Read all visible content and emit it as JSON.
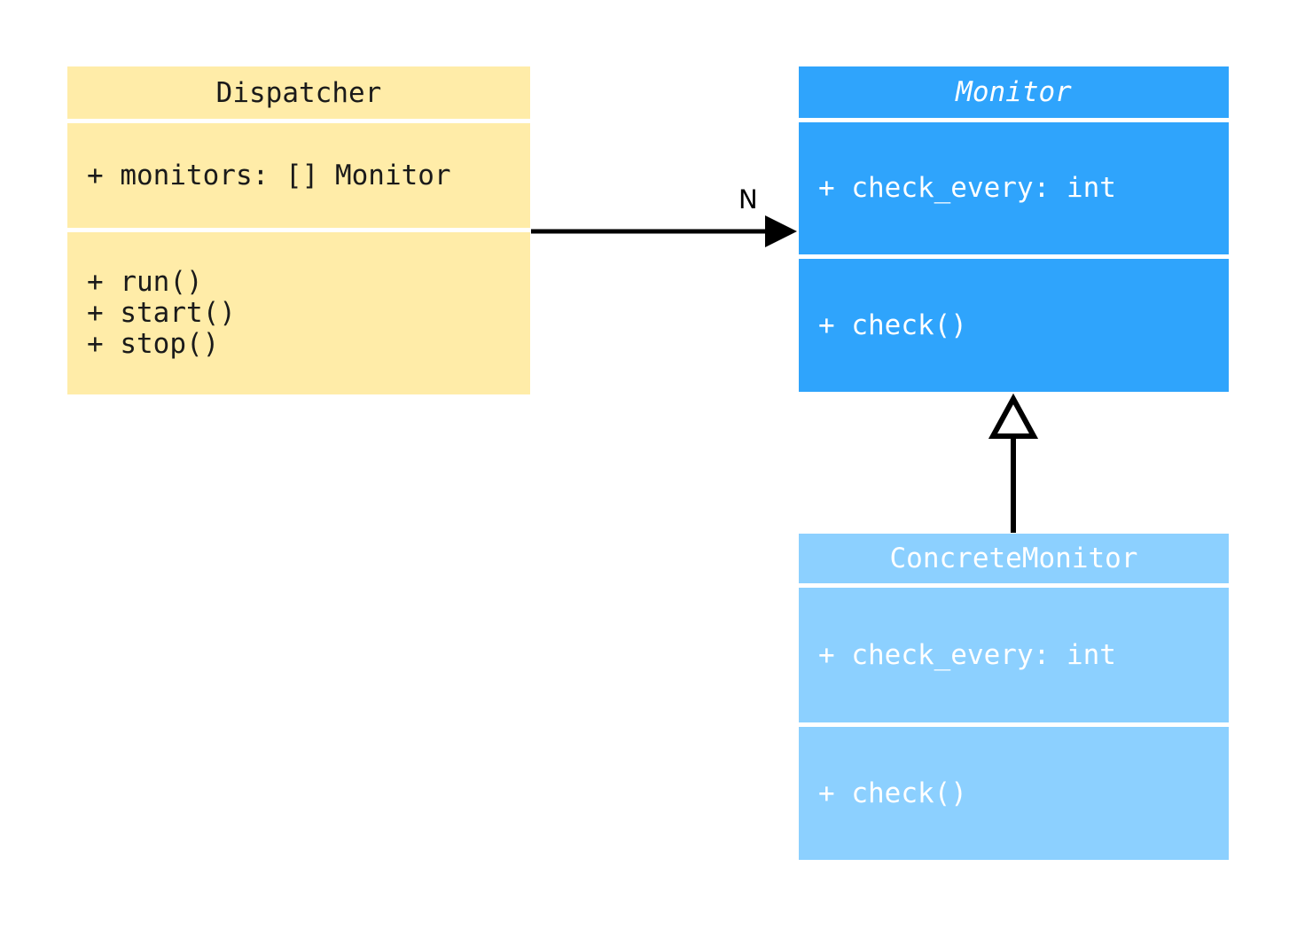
{
  "diagram": {
    "type": "uml-class-diagram",
    "background": "#ffffff"
  },
  "classes": [
    {
      "id": "dispatcher",
      "name": "Dispatcher",
      "abstract": false,
      "fill": "#ffeca8",
      "text_color": "#1a1a1a",
      "attributes": [
        "+ monitors: [] Monitor"
      ],
      "operations": [
        "+ run()",
        "+ start()",
        "+ stop()"
      ]
    },
    {
      "id": "monitor",
      "name": "Monitor",
      "abstract": true,
      "fill": "#2fa4fc",
      "text_color": "#ffffff",
      "attributes": [
        "+ check_every: int"
      ],
      "operations": [
        "+ check()"
      ]
    },
    {
      "id": "concretemonitor",
      "name": "ConcreteMonitor",
      "abstract": false,
      "fill": "#8cd0ff",
      "text_color": "#ffffff",
      "attributes": [
        "+ check_every: int"
      ],
      "operations": [
        "+ check()"
      ]
    }
  ],
  "relationships": [
    {
      "id": "dispatcher-to-monitor",
      "kind": "association",
      "from": "Dispatcher",
      "to": "Monitor",
      "label": "N",
      "arrow": "filled-triangle",
      "color": "#000000"
    },
    {
      "id": "concretemonitor-to-monitor",
      "kind": "generalization",
      "from": "ConcreteMonitor",
      "to": "Monitor",
      "label": "",
      "arrow": "hollow-triangle",
      "color": "#000000"
    }
  ]
}
